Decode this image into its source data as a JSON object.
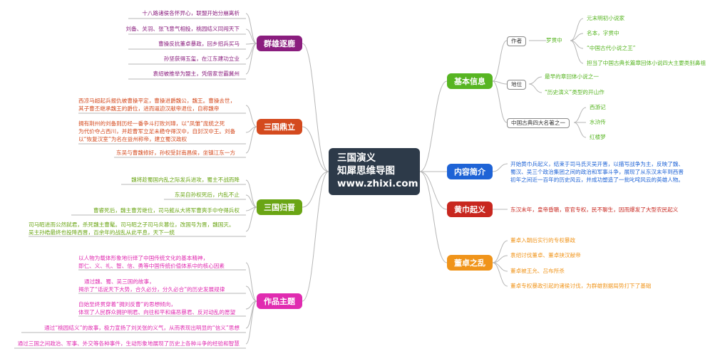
{
  "center": {
    "line1": "三国演义",
    "line2": "知犀思维导图",
    "line3": "www.zhixi.com"
  },
  "colors": {
    "line": "#b7b7b7",
    "qunxiong": "#8a1d7e",
    "dingli": "#d44a1e",
    "guijin": "#6aa514",
    "zuopin": "#e02bb0",
    "jiben": "#57b522",
    "neirong": "#1e63d6",
    "huangjin": "#c8271f",
    "dongzhuo": "#f0941a",
    "center": "#2d3a49"
  },
  "left": {
    "qunxiong": {
      "title": "群雄逐鹿",
      "items": [
        "十八路诸侯各怀异心，联盟开始分崩离析",
        "刘备、关羽、张飞意气相投，桃园结义同闯天下",
        "曹操反抗董卓暴政，回乡招兵买马",
        "孙坚获得玉玺，在江东建功立业",
        "袁绍被推举为盟主，凭借家世霸冀州"
      ]
    },
    "dingli": {
      "title": "三国鼎立",
      "items": [
        [
          "西凉马超起兵报仇被曹操平定，曹操进爵魏公，魏王。曹操去世，",
          "其子曹丕继承魏王的爵位，进而逼迫汉献帝退位，自称魏帝"
        ],
        [
          "拥有荆州的刘备则历经一番争斗打败刘璋，以“凤雏”庞统之死",
          "为代价夺占西川，并趁曹军立足未稳夺得汉中，自封汉中王。刘备",
          "以“恢复汉室”为名在益州称帝，建立蜀汉政权"
        ],
        [
          "东吴与曹魏修好，孙权受封南昌侯，坐镇江东一方"
        ]
      ]
    },
    "guijin": {
      "title": "三国归晋",
      "items": [
        [
          "魏将趁蜀国内乱之际发兵进攻，蜀主不战而降"
        ],
        [
          "东吴自孙权死后，内乱不止"
        ],
        [
          "曹睿死后，魏主曹芳继位，司马懿从大将军曹爽手中夺得兵权"
        ],
        [
          "司马昭进而公然弑君，杀死魏主曹髦。司马昭之子司马炎篡位，改国号为晋，魏国灭。",
          "吴主孙皓最终也投降西晋，百余年的战乱从此平息，天下一统"
        ]
      ]
    },
    "zuopin": {
      "title": "作品主题",
      "items": [
        [
          "以人物为载体形象地衍绎了中国传统文化的基本精神，",
          "即仁、义、礼、智、信、勇等中国传统价值体系中的核心因素"
        ],
        [
          "通过魏、蜀、吴三国的故事，",
          "揭示了“话说天下大势，合久必分，分久必合”的历史发展规律"
        ],
        [
          "自始至终贯穿着“拥刘反曹”的思想倾向，",
          "体现了人民群众拥护明君、向往和平和痛恶暴君、反对动乱的愿望"
        ],
        [
          "通过“桃园结义”的故事，极力宣扬了刘关张的义气，从而表现出明显的“信义”思想"
        ],
        [
          "通过三国之间政治、军事、外交等各种事件，生动形象地展现了历史上各种斗争的经验和智慧"
        ]
      ]
    }
  },
  "right": {
    "jiben": {
      "title": "基本信息",
      "author_label": "作者",
      "author_name": "罗贯中",
      "author_items": [
        "元末明初小说家",
        "名本，字贯中",
        "“中国古代小说之王”",
        "担当了中国古典长篇章回体小说四大主要类别鼻祖"
      ],
      "status_label": "地位",
      "status_items": [
        "最早的章回体小说之一",
        "“历史演义”类型的开山作"
      ],
      "classics_label": "中国古典四大名著之一",
      "classics_items": [
        "西游记",
        "水浒传",
        "红楼梦"
      ]
    },
    "neirong": {
      "title": "内容简介",
      "text": [
        "开始黄巾兵起义，结束于司马氏灭吴开晋，以描写战争为主，反映了魏、",
        "蜀汉、吴三个政治集团之间的政治和军事斗争，展现了从东汉末年到西晋",
        "初年之间近一百年的历史风云，并成功塑造了一批叱咤风云的英雄人物。"
      ]
    },
    "huangjin": {
      "title": "黄巾起义",
      "text": "东汉末年，皇帝昏聩，宦官专权，民不聊生，因而爆发了大型农民起义"
    },
    "dongzhuo": {
      "title": "董卓之乱",
      "items": [
        "董卓入朝后实行的专权暴政",
        "袁绍讨伐董卓、董卓挟汉献帝",
        "董卓被王允、吕布所杀",
        "董卓专权暴政引起的诸侯讨伐，为群雄割据局势打下了基础"
      ]
    }
  }
}
